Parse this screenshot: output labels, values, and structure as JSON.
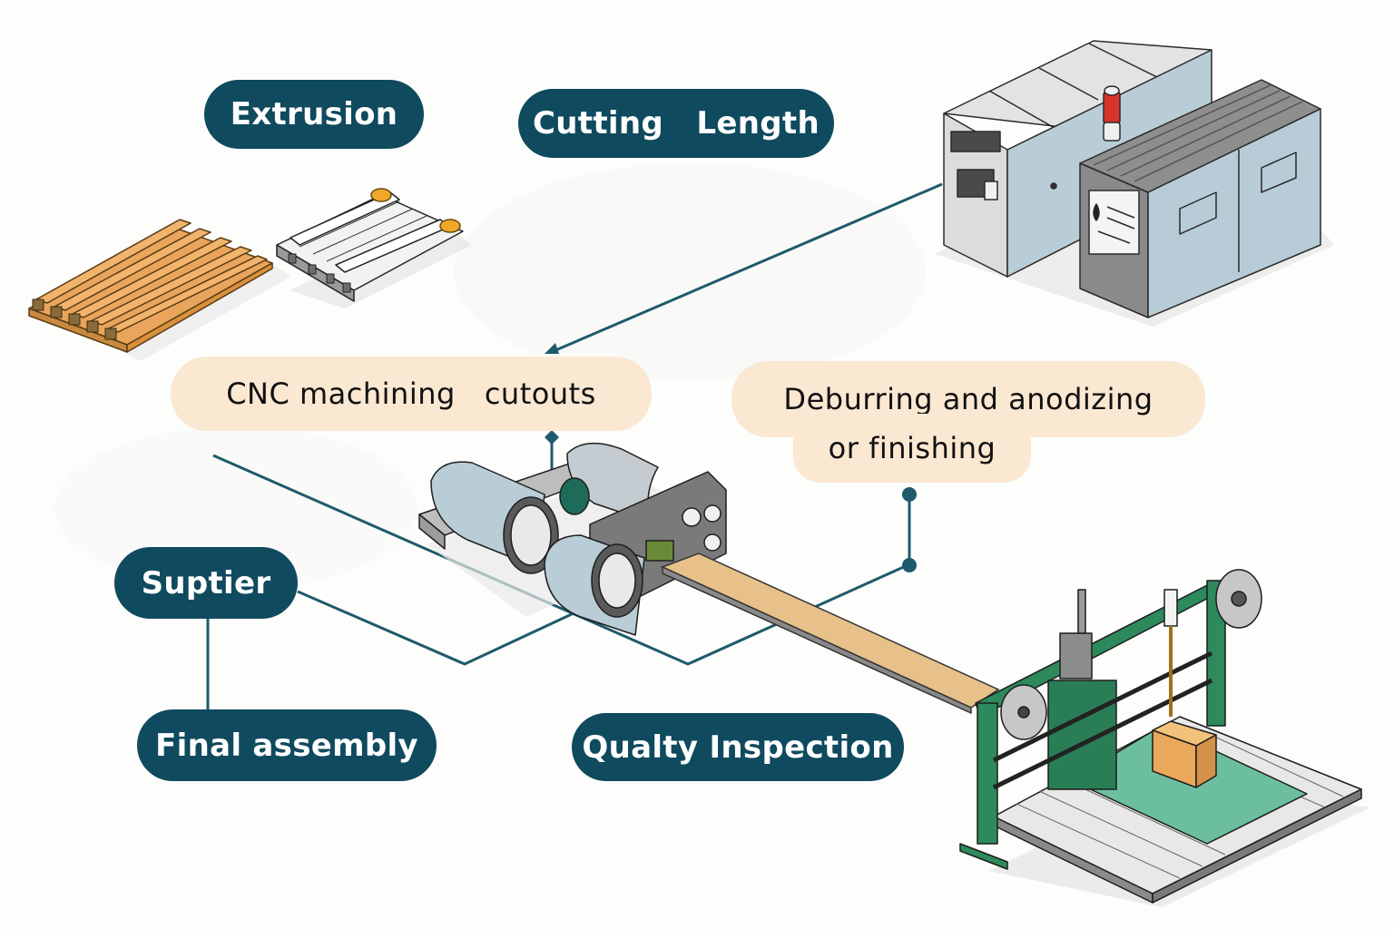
{
  "diagram": {
    "title": "Aluminum profile manufacturing process",
    "steps": [
      {
        "id": "extrusion",
        "label": "Extrusion",
        "style": "dark"
      },
      {
        "id": "cutting",
        "label": "Cutting   Length",
        "style": "dark"
      },
      {
        "id": "cnc",
        "label": "CNC machining   cutouts",
        "style": "light"
      },
      {
        "id": "deburring",
        "label_line1": "Deburring and anodizing",
        "label_line2": "or finishing",
        "style": "light"
      },
      {
        "id": "supplier",
        "label": "Suptier",
        "style": "dark"
      },
      {
        "id": "final_assembly",
        "label": "Final assembly",
        "style": "dark"
      },
      {
        "id": "quality",
        "label": "Qualty Inspection",
        "style": "dark"
      }
    ],
    "connections": [
      {
        "from": "cutting-machine",
        "to": "cnc",
        "arrow": true
      },
      {
        "from": "cnc-machine",
        "to": "cnc",
        "arrow": true
      },
      {
        "from": "deburring",
        "to": "conveyor",
        "endpoints": "dots"
      },
      {
        "from": "supplier",
        "to": "final_assembly"
      },
      {
        "from": "supplier",
        "to": "cnc-machine"
      },
      {
        "from": "cnc",
        "to": "inspection-line"
      }
    ],
    "illustrations": [
      "extruded-aluminum-profile",
      "hollow-extrusion-profile",
      "cutting-machine-cabinets",
      "cnc-machine",
      "conveyor-strip",
      "inspection-gantry-station"
    ]
  },
  "colors": {
    "dark_pill": "#0f4a5e",
    "light_pill": "#fbe8d2",
    "connector": "#1e5a6c",
    "aluminum_orange": "#e8a85a",
    "machine_blue": "#b7ccd6",
    "gantry_green": "#2e8a5c",
    "floor_green": "#6cbf9e"
  }
}
